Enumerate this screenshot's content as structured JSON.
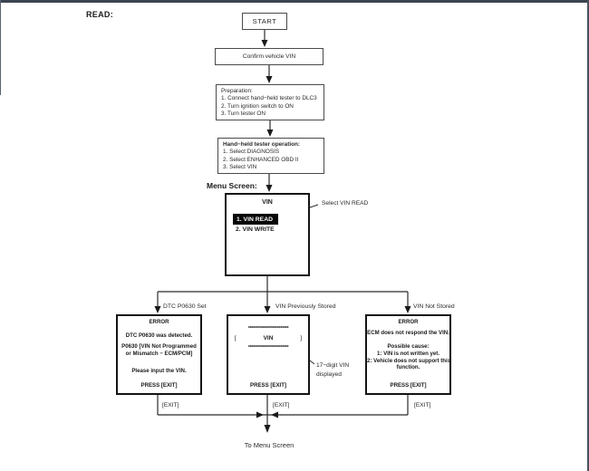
{
  "page": {
    "read_label": "READ:",
    "menu_screen_label": "Menu Screen:",
    "to_menu_screen": "To Menu Screen"
  },
  "flow": {
    "start": "START",
    "confirm": "Confirm vehicle VIN",
    "preparation": {
      "title": "Preparation:",
      "steps": [
        "1. Connect hand−held tester to DLC3",
        "2. Turn ignition switch to ON",
        "3. Turn tester ON"
      ]
    },
    "tester_operation": {
      "title": "Hand−held tester operation:",
      "steps": [
        "1. Select DIAGNOSIS",
        "2. Select ENHANCED OBD II",
        "3. Select VIN"
      ]
    },
    "menu": {
      "title": "VIN",
      "selected_item": "1. VIN READ",
      "item_2": "2. VIN WRITE",
      "callout": "Select VIN READ"
    },
    "branches": {
      "left": "DTC P0630 Set",
      "center": "VIN Previously Stored",
      "right": "VIN Not Stored"
    },
    "error_left": {
      "title": "ERROR",
      "line1": "DTC P0630 was detected.",
      "line2": "P0630  [VIN Not Programmed",
      "line3": "or Mismatch − ECM/PCM]",
      "line4": "Please input the VIN.",
      "press": "PRESS [EXIT]"
    },
    "vin_display": {
      "stars_top": "************************",
      "bracket_left": "[",
      "vin": "VIN",
      "bracket_right": "]",
      "stars_bottom": "************************",
      "press": "PRESS [EXIT]",
      "callout_line1": "17−digit VIN",
      "callout_line2": "displayed"
    },
    "error_right": {
      "title": "ERROR",
      "line1": "ECM does not respond the VIN.",
      "line2": "Possible cause:",
      "line3": "1: VIN is not written yet.",
      "line4": "2: Vehicle does not support this",
      "line5": "function.",
      "press": "PRESS [EXIT]"
    },
    "exits": [
      "[EXIT]",
      "[EXIT]",
      "[EXIT]"
    ]
  }
}
